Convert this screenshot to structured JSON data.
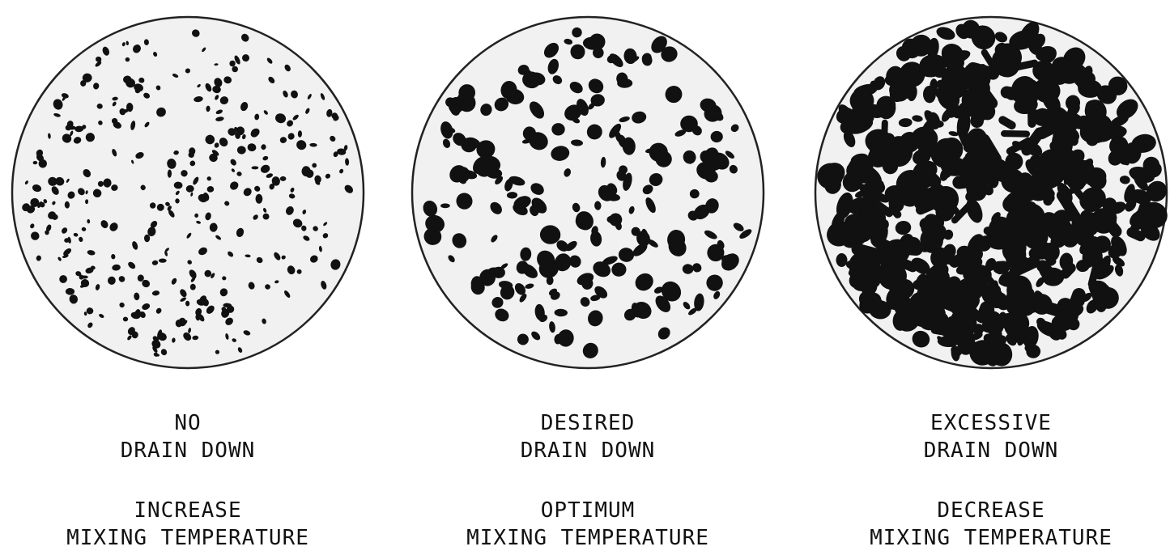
{
  "panels": [
    {
      "id": "no-drain",
      "line1": "NO",
      "line2": "DRAIN DOWN",
      "line3": "INCREASE",
      "line4": "MIXING TEMPERATURE",
      "fill_level": "sparse"
    },
    {
      "id": "desired-drain",
      "line1": "DESIRED",
      "line2": "DRAIN DOWN",
      "line3": "OPTIMUM",
      "line4": "MIXING TEMPERATURE",
      "fill_level": "moderate"
    },
    {
      "id": "excessive-drain",
      "line1": "EXCESSIVE",
      "line2": "DRAIN DOWN",
      "line3": "DECREASE",
      "line4": "MIXING TEMPERATURE",
      "fill_level": "heavy"
    }
  ],
  "colors": {
    "blot": "#111111",
    "disc": "#f1f1f1",
    "outline": "#222222"
  }
}
